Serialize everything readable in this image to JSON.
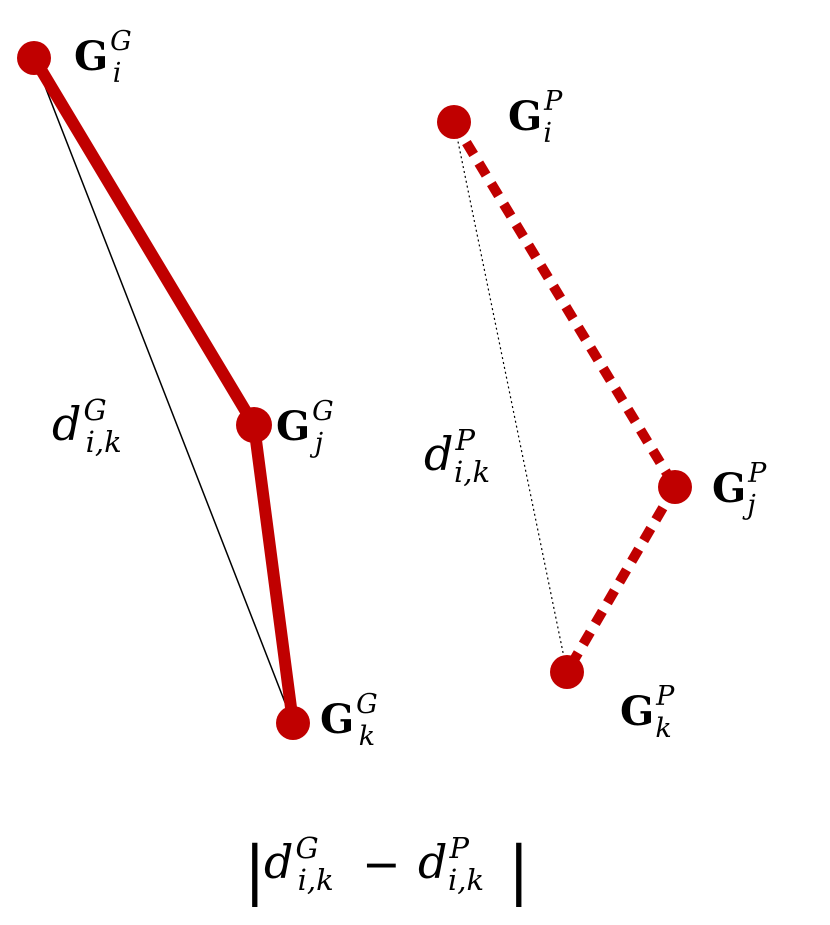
{
  "colors": {
    "edge": "#c00000",
    "node": "#c00000",
    "distance_line": "#000000",
    "text": "#000000",
    "background": "#ffffff"
  },
  "ground_truth": {
    "node_i": {
      "base": "G",
      "sub": "i",
      "sup": "G"
    },
    "node_j": {
      "base": "G",
      "sub": "j",
      "sup": "G"
    },
    "node_k": {
      "base": "G",
      "sub": "k",
      "sup": "G"
    },
    "distance": {
      "base": "d",
      "sub": "i,k",
      "sup": "G"
    }
  },
  "predicted": {
    "node_i": {
      "base": "G",
      "sub": "i",
      "sup": "P"
    },
    "node_j": {
      "base": "G",
      "sub": "j",
      "sup": "P"
    },
    "node_k": {
      "base": "G",
      "sub": "k",
      "sup": "P"
    },
    "distance": {
      "base": "d",
      "sub": "i,k",
      "sup": "P"
    }
  },
  "formula": {
    "left_bar": "|",
    "term1": {
      "base": "d",
      "sub": "i,k",
      "sup": "G"
    },
    "operator": "−",
    "term2": {
      "base": "d",
      "sub": "i,k",
      "sup": "P"
    },
    "right_bar": "|"
  }
}
